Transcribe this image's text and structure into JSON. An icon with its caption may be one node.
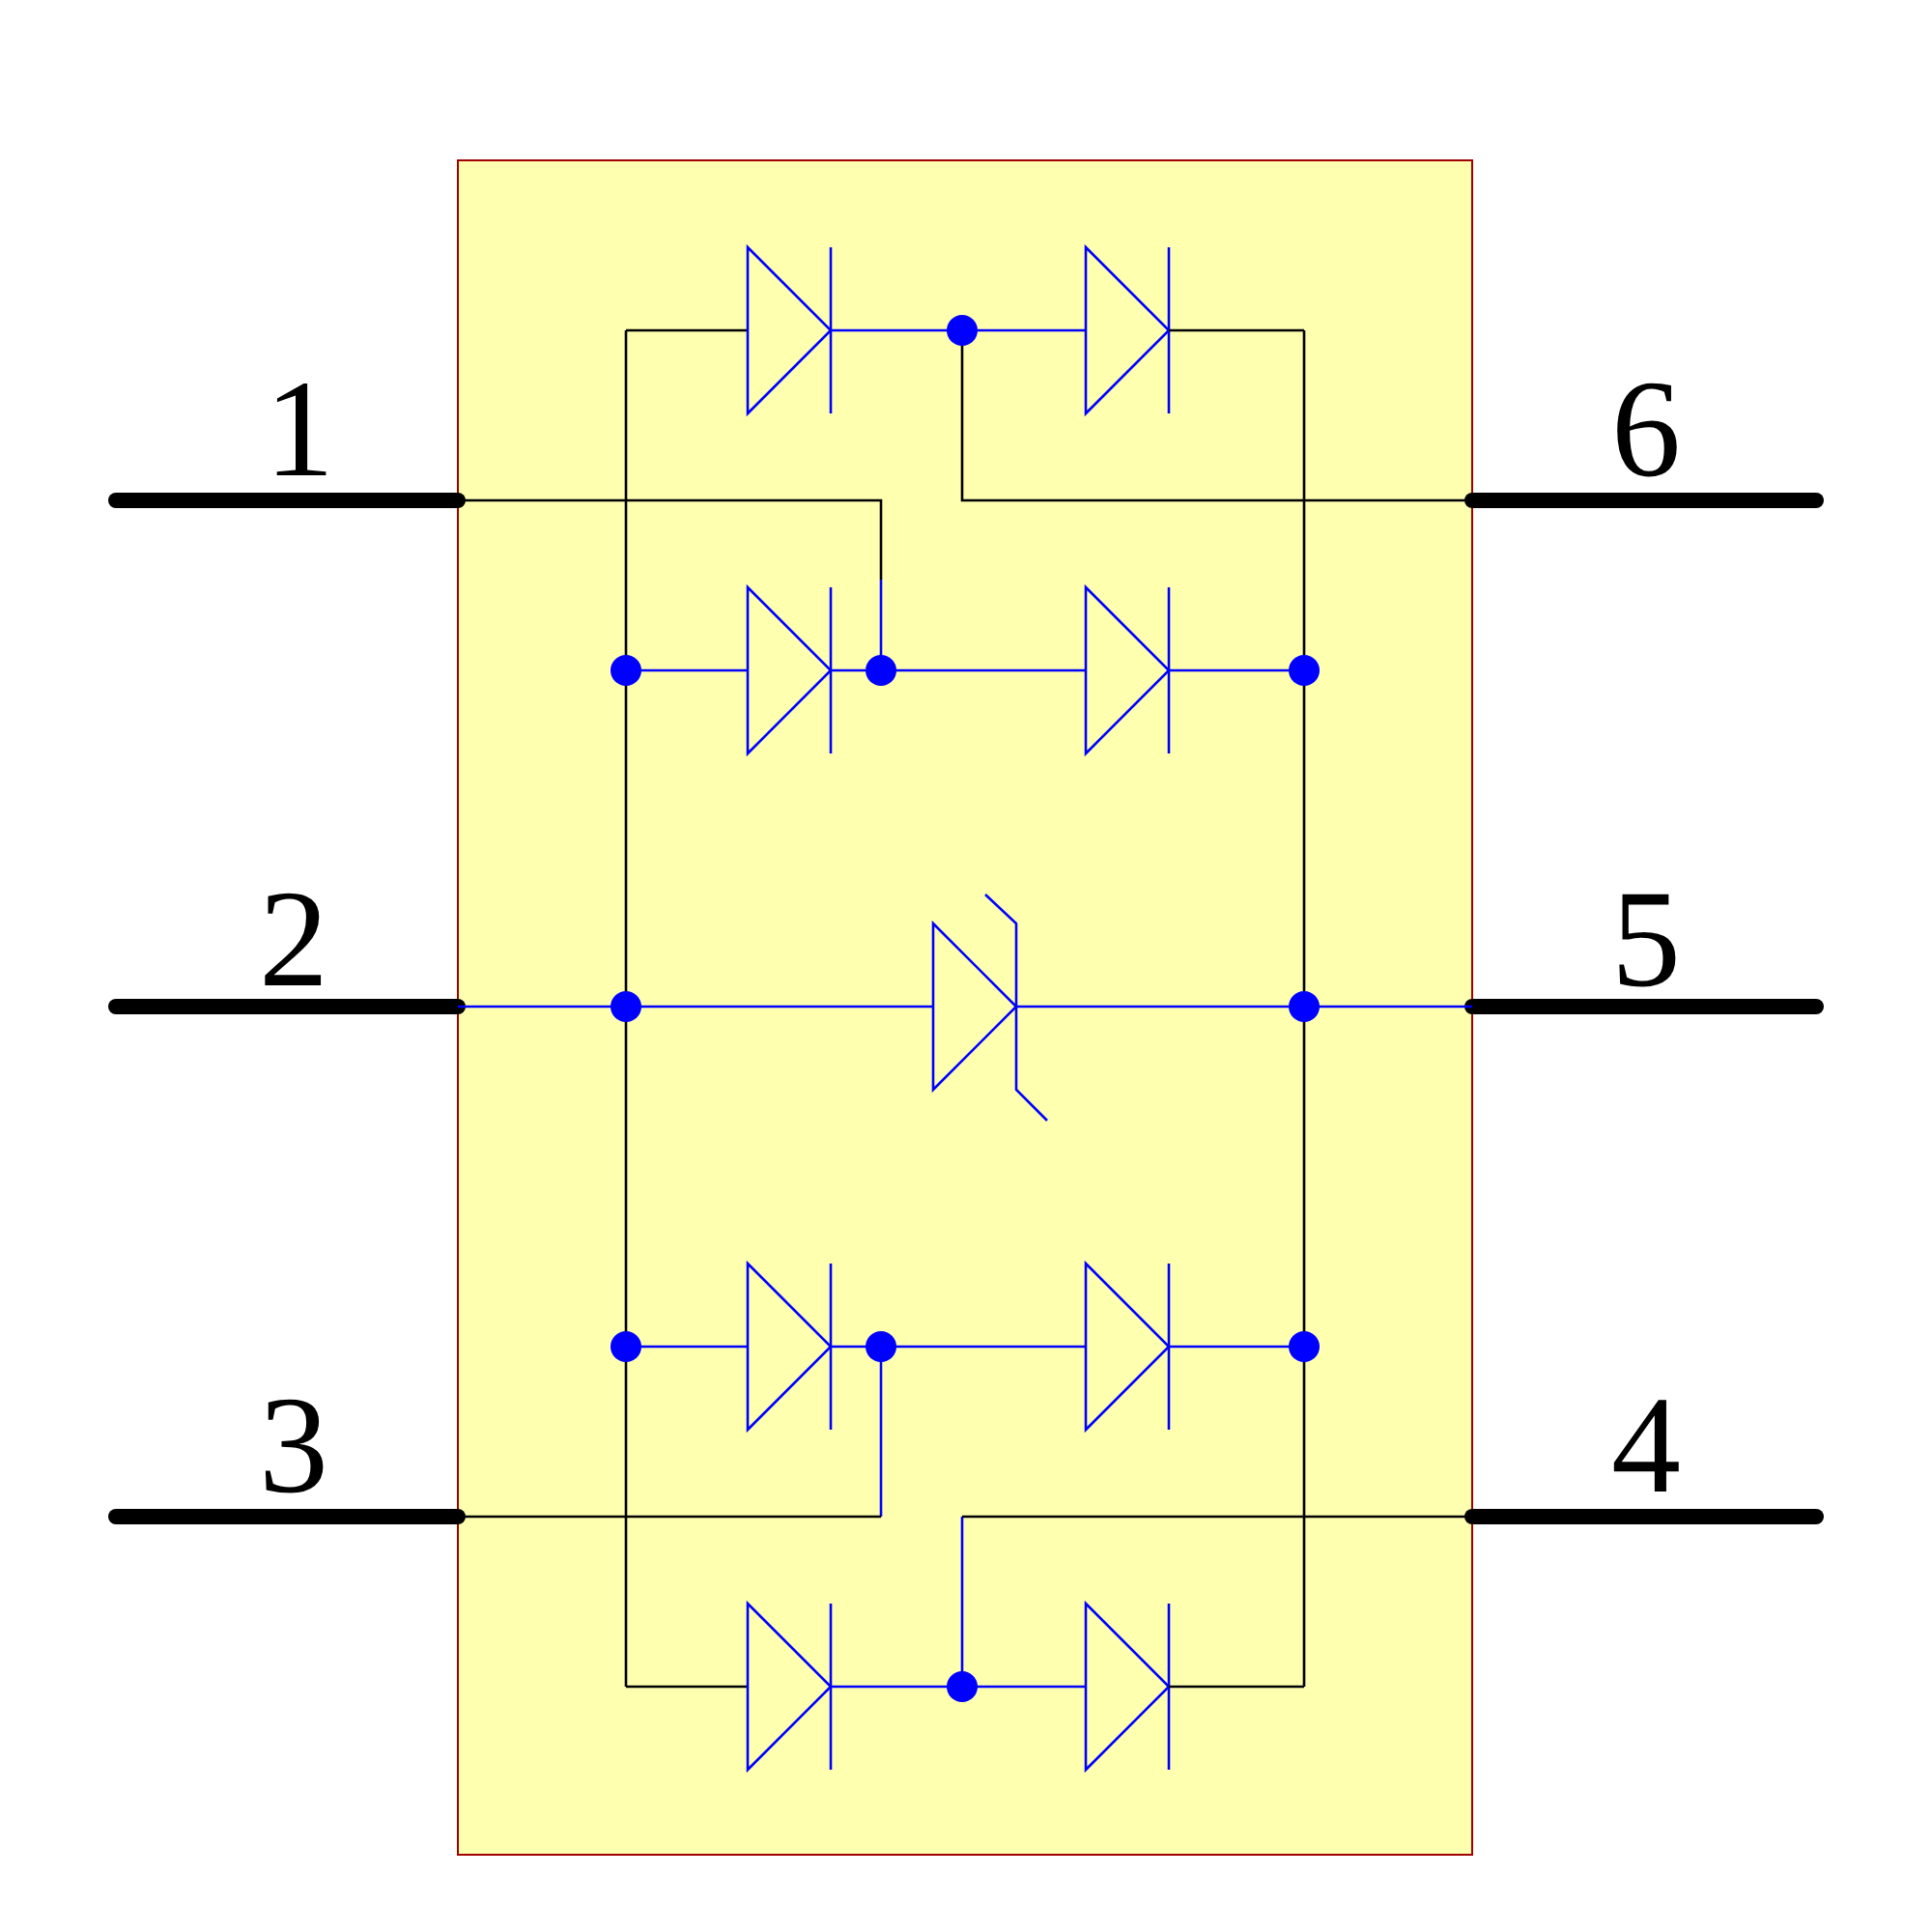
{
  "diagram": {
    "labels": [
      "1",
      "6",
      "2",
      "5",
      "3",
      "4"
    ]
  }
}
